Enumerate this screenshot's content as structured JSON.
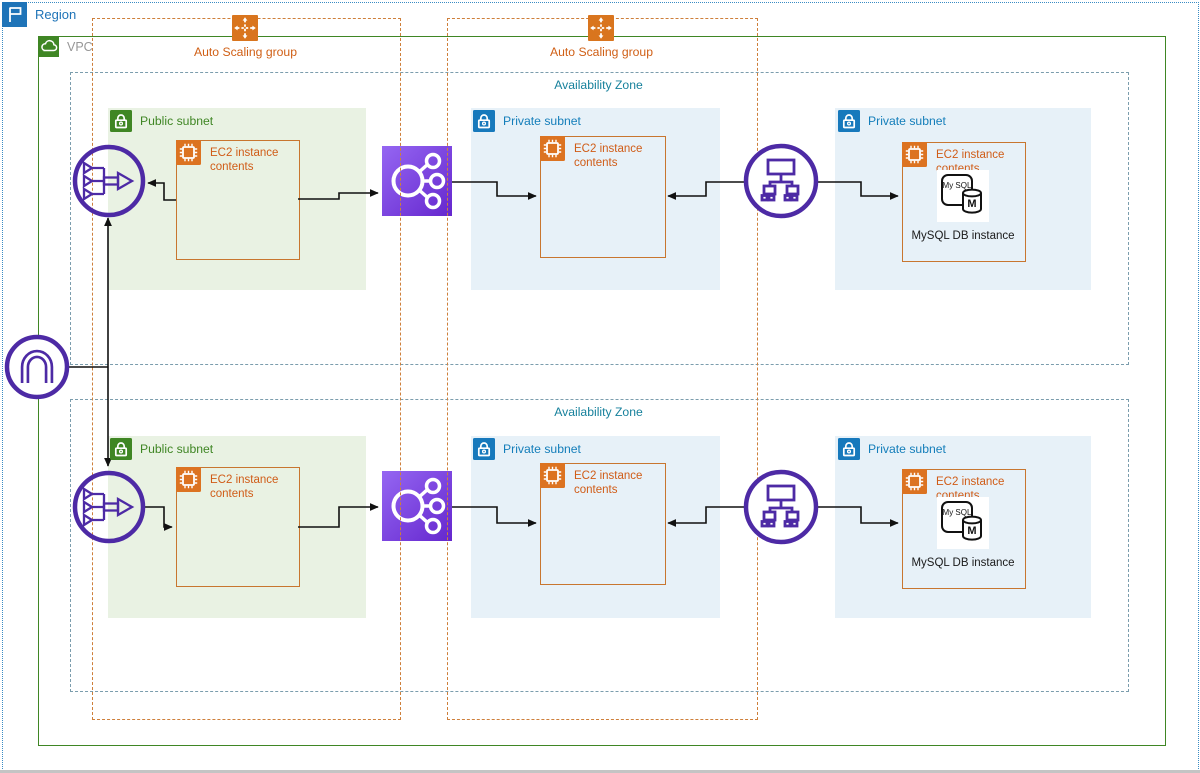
{
  "labels": {
    "region": "Region",
    "vpc": "VPC",
    "auto_scaling_group": "Auto Scaling group",
    "availability_zone": "Availability Zone",
    "public_subnet": "Public subnet",
    "private_subnet": "Private subnet",
    "ec2_instance_contents": "EC2 instance contents",
    "mysql_db_instance": "MySQL DB instance",
    "mysql_logo": "My SQL",
    "mysql_letter": "M"
  },
  "colors": {
    "region_blue": "#147eba",
    "vpc_green": "#3f8624",
    "vpc_label_gray": "#979797",
    "orange_label": "#d05c17",
    "orange_border": "#c8762f",
    "orange_icon": "#d9751e",
    "asg_dash": "#ce7f3b",
    "az_teal_label": "#17819c",
    "az_dash": "#7b9dad",
    "public_subnet_bg": "#e9f2e3",
    "private_subnet_bg": "#e7f1f8",
    "purple_stroke": "#4d2aa5",
    "elb_gradient_start": "#9566f2",
    "elb_gradient_end": "#6527ce",
    "arrow": "#111111",
    "mysql_black": "#111111"
  },
  "icons": {
    "region": "flag-icon",
    "vpc": "cloud-icon",
    "auto_scaling_group": "dashed-cross-arrows-icon",
    "public_subnet": "lock-icon",
    "private_subnet": "lock-icon",
    "ec2": "chip-icon",
    "internet_gateway": "arch-circle-icon",
    "load_balancer": "merge-arrows-circle-icon",
    "elastic_load_balancing": "circle-nodes-square-icon",
    "classic_load_balancer": "node-tree-circle-icon",
    "mysql": "database-cylinder-icon"
  },
  "structure": {
    "region_contains": [
      "VPC"
    ],
    "vpc_contains": [
      "Auto Scaling group",
      "Auto Scaling group",
      "Availability Zone",
      "Availability Zone"
    ],
    "availability_zones": [
      {
        "subnets": [
          "Public subnet",
          "Private subnet",
          "Private subnet"
        ]
      },
      {
        "subnets": [
          "Public subnet",
          "Private subnet",
          "Private subnet"
        ]
      }
    ],
    "connections": [
      {
        "from": "internet-gateway",
        "to": "load-balancer-az1"
      },
      {
        "from": "internet-gateway",
        "to": "load-balancer-az2"
      },
      {
        "from": "public-ec2-az1",
        "to": "load-balancer-az1"
      },
      {
        "from": "public-ec2-az1",
        "to": "elastic-load-balancing-az1"
      },
      {
        "from": "elastic-load-balancing-az1",
        "to": "private-ec2-az1"
      },
      {
        "from": "classic-load-balancer-az1",
        "to": "private-ec2-az1"
      },
      {
        "from": "classic-load-balancer-az1",
        "to": "mysql-db-az1"
      },
      {
        "from": "load-balancer-az2",
        "to": "public-ec2-az2"
      },
      {
        "from": "public-ec2-az2",
        "to": "elastic-load-balancing-az2"
      },
      {
        "from": "elastic-load-balancing-az2",
        "to": "private-ec2-az2"
      },
      {
        "from": "classic-load-balancer-az2",
        "to": "private-ec2-az2"
      },
      {
        "from": "classic-load-balancer-az2",
        "to": "mysql-db-az2"
      }
    ]
  }
}
